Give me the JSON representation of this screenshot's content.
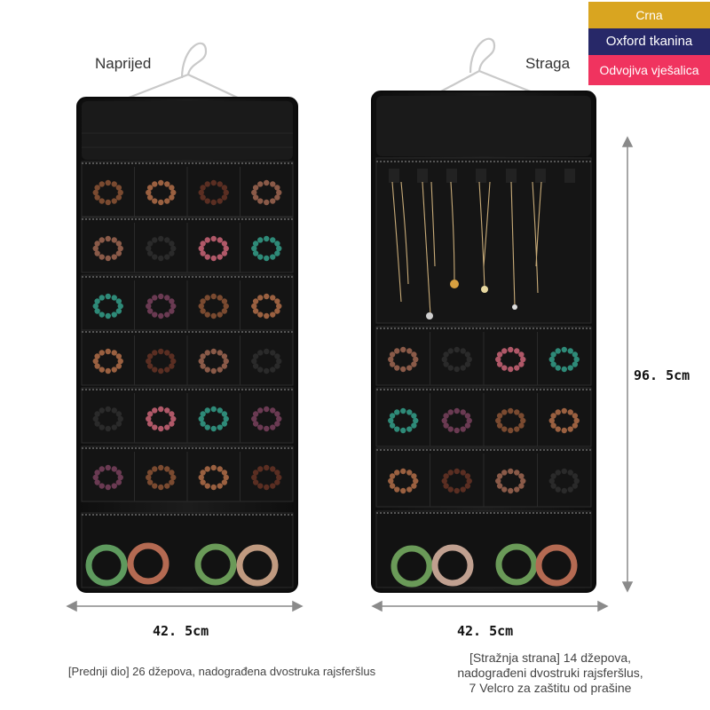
{
  "tags": [
    {
      "label": "Crna",
      "color": "#d9a520"
    },
    {
      "label": "Oxford tkanina",
      "color": "#272868"
    },
    {
      "label": "Odvojiva vješalica",
      "color": "#f0335f"
    }
  ],
  "labels": {
    "front": "Naprijed",
    "back": "Straga"
  },
  "dimensions": {
    "width_front": "42. 5cm",
    "width_back": "42. 5cm",
    "height": "96. 5cm"
  },
  "captions": {
    "front": "[Prednji dio] 26 džepova, nadograđena dvostruka rajsferšlus",
    "back_lines": [
      "[Stražnja strana] 14 džepova,",
      "nadograđeni dvostruki rajsferšlus,",
      "7 Velcro za zaštitu od prašine"
    ]
  },
  "colors": {
    "organizer_fabric": "#161616",
    "hanger": "#c9c9c9",
    "arrow": "#8a8a8a"
  }
}
